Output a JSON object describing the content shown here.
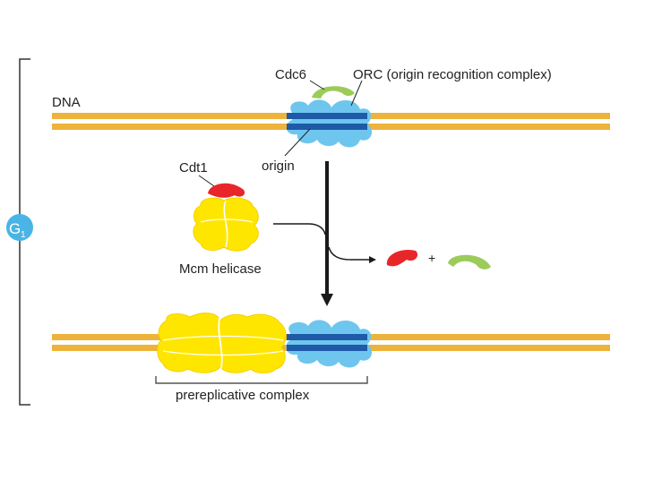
{
  "labels": {
    "cdc6": "Cdc6",
    "orc": "ORC (origin recognition complex)",
    "dna": "DNA",
    "origin": "origin",
    "cdt1": "Cdt1",
    "mcm": "Mcm helicase",
    "prerep": "prereplicative complex",
    "phase_main": "G",
    "phase_sub": "1",
    "plus": "+"
  },
  "colors": {
    "dna_strand": "#EDB33A",
    "origin_band": "#1E5AA8",
    "orc": "#6EC6EE",
    "cdc6": "#9CCB5A",
    "cdt1": "#E8262A",
    "mcm": "#FFE600",
    "mcm_outline": "#E6C200",
    "arrow": "#1a1a1a",
    "phase_circle": "#49B4E6",
    "bracket": "#333333"
  },
  "icons": {
    "orc": "orc-complex-blob",
    "cdc6": "cdc6-arc",
    "cdt1": "cdt1-blob",
    "mcm": "mcm-helicase-blob"
  }
}
